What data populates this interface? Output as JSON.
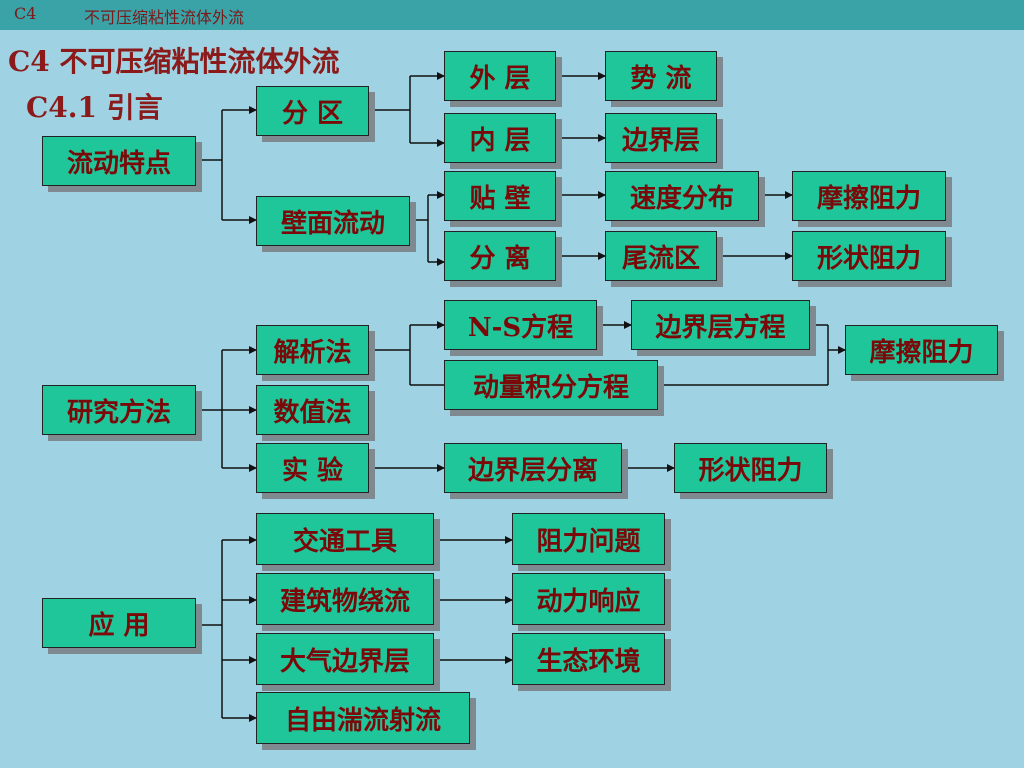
{
  "header": {
    "code": "C4",
    "title": "不可压缩粘性流体外流"
  },
  "slide": {
    "main_title": "C4  不可压缩粘性流体外流",
    "section": "C4.1   引言"
  },
  "nodes": {
    "liudong_tedian": "流动特点",
    "fenqu": "分 区",
    "bimian_liudong": "壁面流动",
    "waiceng": "外 层",
    "neiceng": "内 层",
    "tiebi": "贴 壁",
    "fenli": "分 离",
    "shiliu": "势 流",
    "bianjieceng": "边界层",
    "sudu_fenbu": "速度分布",
    "weiliuqu": "尾流区",
    "mocazuli_1": "摩擦阻力",
    "xingzhuangzuli_1": "形状阻力",
    "yanjiu_fangfa": "研究方法",
    "jiexifa": "解析法",
    "shuzhifa": "数值法",
    "shiyan": "实 验",
    "ns_fangcheng": "N-S方程",
    "dongliang_jifen": "动量积分方程",
    "bianjieceng_fangcheng": "边界层方程",
    "mocazuli_2": "摩擦阻力",
    "bianjieceng_fenli": "边界层分离",
    "xingzhuangzuli_2": "形状阻力",
    "yingyong": "应  用",
    "jiaotong": "交通工具",
    "jianzhu": "建筑物绕流",
    "daqi": "大气边界层",
    "ziyou": "自由湍流射流",
    "zuli_wenti": "阻力问题",
    "dongli_xiangying": "动力响应",
    "shengtai": "生态环境"
  }
}
